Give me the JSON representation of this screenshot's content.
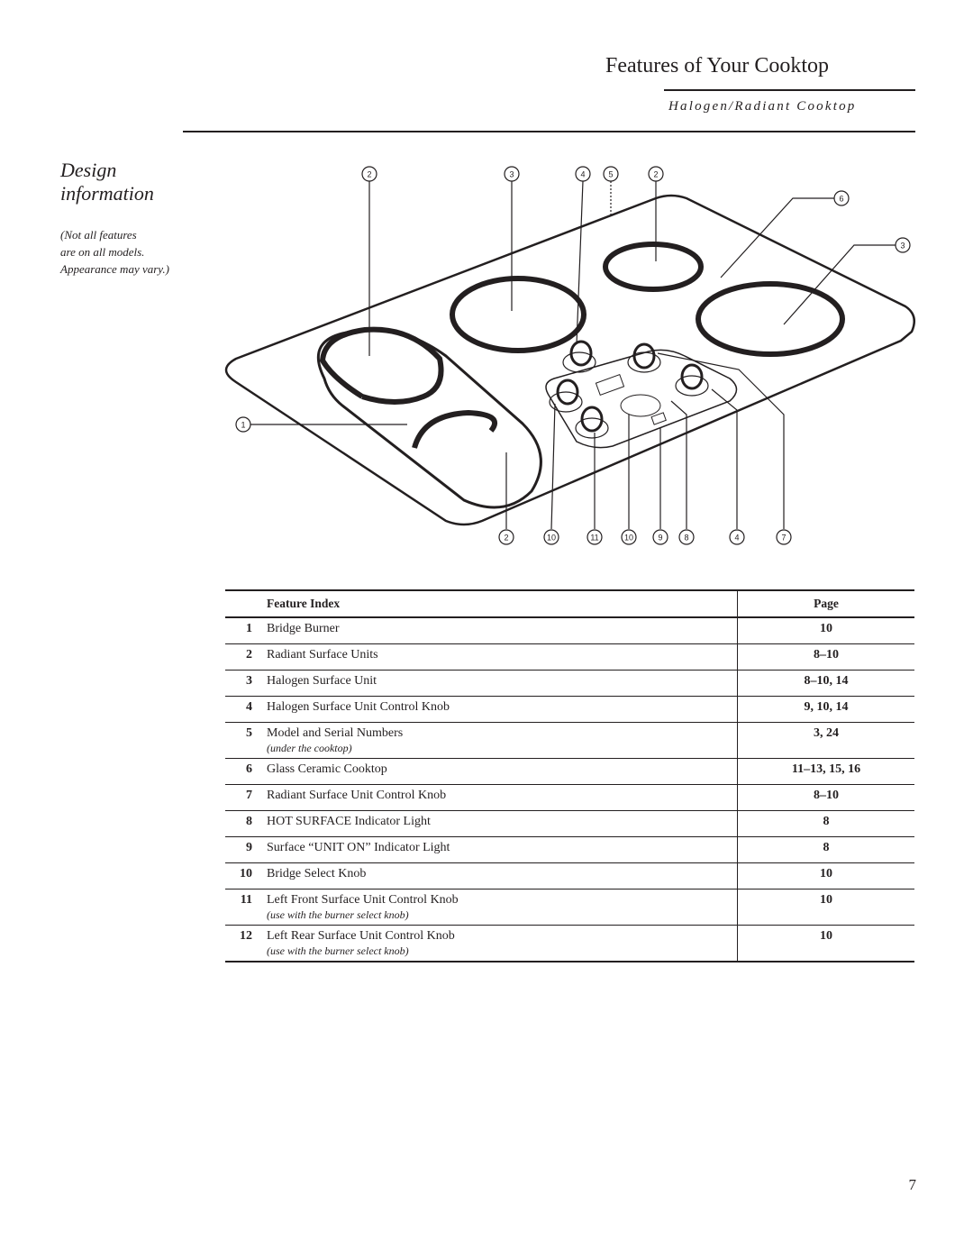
{
  "header": {
    "title": "Features of Your Cooktop",
    "subtitle": "Halogen/Radiant Cooktop"
  },
  "sidebar": {
    "heading_line1": "Design",
    "heading_line2": "information",
    "note_lines": [
      "(Not all features",
      "are on all models.",
      "Appearance may vary.)"
    ]
  },
  "diagram": {
    "callouts_top": [
      "2",
      "3",
      "4",
      "5",
      "2",
      "6",
      "3"
    ],
    "callout_left": "1",
    "callouts_bottom": [
      "2",
      "10",
      "11",
      "10",
      "9",
      "8",
      "4",
      "7"
    ]
  },
  "table": {
    "col_num": "",
    "col_feature": "Feature Index",
    "col_page": "Page",
    "rows": [
      {
        "num": "1",
        "feature": "Bridge Burner",
        "note": "",
        "page": "10"
      },
      {
        "num": "2",
        "feature": "Radiant Surface Units",
        "note": "",
        "page": "8–10"
      },
      {
        "num": "3",
        "feature": "Halogen Surface Unit",
        "note": "",
        "page": "8–10, 14"
      },
      {
        "num": "4",
        "feature": "Halogen Surface Unit Control Knob",
        "note": "",
        "page": "9, 10, 14"
      },
      {
        "num": "5",
        "feature": "Model and Serial Numbers",
        "note": "(under the cooktop)",
        "page": "3, 24"
      },
      {
        "num": "6",
        "feature": "Glass Ceramic Cooktop",
        "note": "",
        "page": "11–13, 15, 16"
      },
      {
        "num": "7",
        "feature": "Radiant Surface Unit Control Knob",
        "note": "",
        "page": "8–10"
      },
      {
        "num": "8",
        "feature": "HOT SURFACE Indicator Light",
        "note": "",
        "page": "8"
      },
      {
        "num": "9",
        "feature": "Surface “UNIT ON” Indicator Light",
        "note": "",
        "page": "8"
      },
      {
        "num": "10",
        "feature": "Bridge Select Knob",
        "note": "",
        "page": "10"
      },
      {
        "num": "11",
        "feature": "Left Front Surface Unit Control Knob",
        "note": "(use with the burner select knob)",
        "page": "10"
      },
      {
        "num": "12",
        "feature": "Left Rear Surface Unit Control Knob",
        "note": "(use with the burner select knob)",
        "page": "10"
      }
    ]
  },
  "footer": {
    "page_number": "7"
  }
}
